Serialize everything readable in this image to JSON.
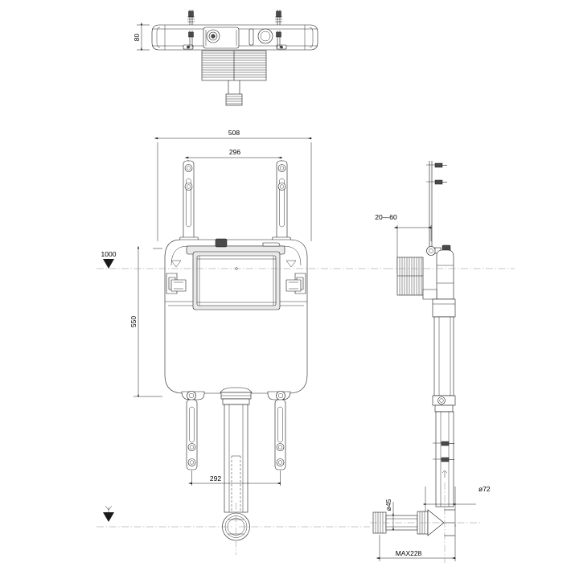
{
  "drawing": {
    "title": "Concealed cistern technical drawing",
    "background_color": "#ffffff",
    "line_color": "#1a1a1a",
    "centerline_color": "#808080",
    "units": "mm"
  },
  "views": {
    "top": {
      "name": "top-view",
      "label": ""
    },
    "front": {
      "name": "front-view",
      "label": ""
    },
    "side": {
      "name": "side-view",
      "label": ""
    },
    "outlet_detail": {
      "name": "outlet-detail-view",
      "label": ""
    }
  },
  "dimensions": {
    "top_height": "80",
    "overall_width": "508",
    "bracket_spacing": "296",
    "overall_height": "550",
    "foot_spacing": "292",
    "wall_gap": "20—60",
    "outlet_diameter": "ø72",
    "pipe_diameter": "ø45",
    "max_projection": "MAX228"
  },
  "datums": {
    "floor_level_label": "1000",
    "base_level_label": ""
  },
  "chart_data": {
    "type": "table",
    "title": "Concealed cistern dimensions",
    "categories": [
      "top_height",
      "overall_width",
      "bracket_spacing",
      "overall_height",
      "foot_spacing",
      "wall_gap",
      "outlet_diameter",
      "pipe_diameter",
      "max_projection",
      "floor_datum"
    ],
    "values": [
      "80",
      "508",
      "296",
      "550",
      "292",
      "20—60",
      "ø72",
      "ø45",
      "MAX228",
      "1000"
    ]
  }
}
